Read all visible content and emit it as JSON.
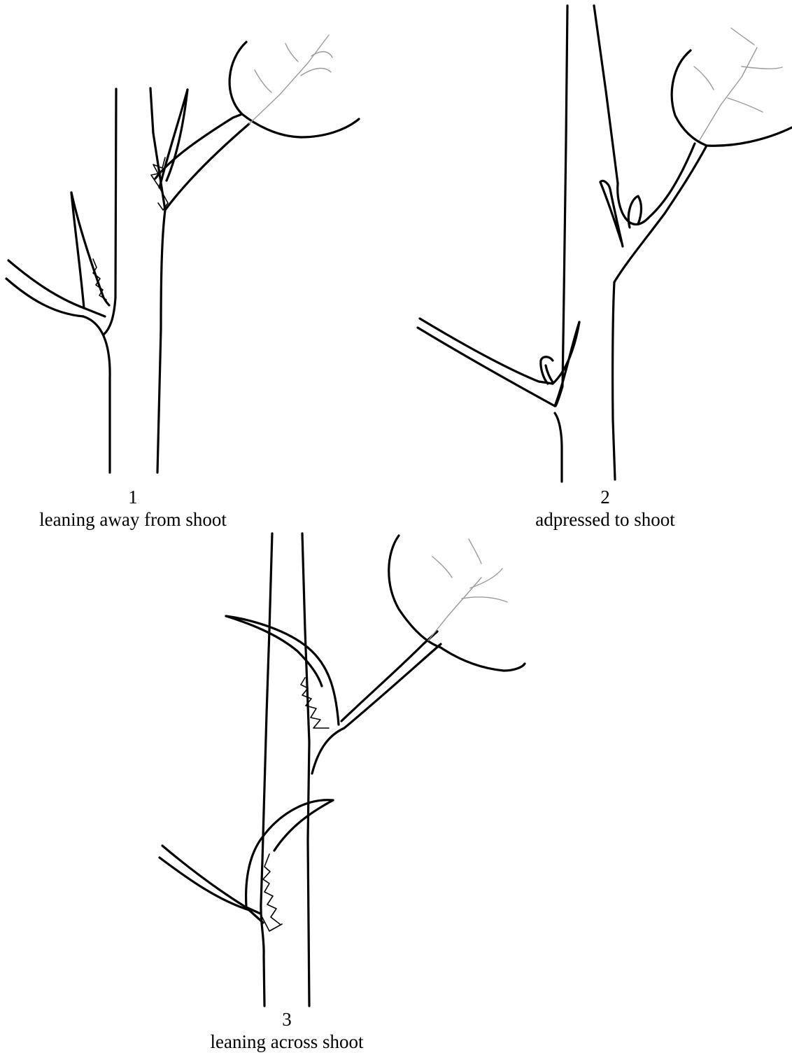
{
  "figures": [
    {
      "number": "1",
      "label": "leaning away from shoot"
    },
    {
      "number": "2",
      "label": "adpressed to shoot"
    },
    {
      "number": "3",
      "label": "leaning across shoot"
    }
  ]
}
